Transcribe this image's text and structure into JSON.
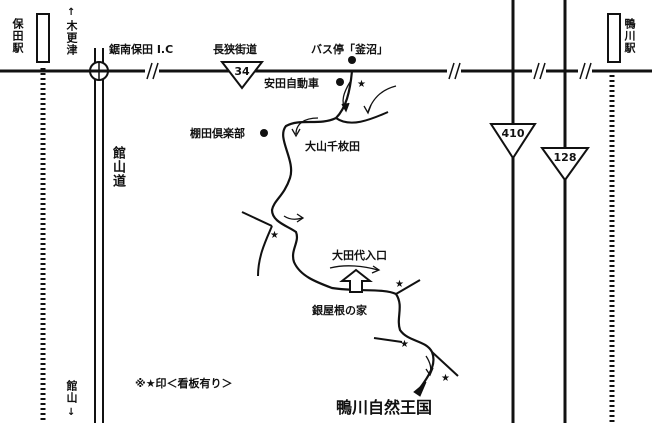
{
  "labels": {
    "hota_station": "保田駅",
    "kisarazu_dir": "木更津",
    "kyonan_ic": "鋸南保田 I.C",
    "nagasa_kaido": "長狭街道",
    "bus_stop": "バス停「釜沼」",
    "yasuda_garage": "安田自動車",
    "tanada_club": "棚田倶楽部",
    "oyama_senmaida": "大山千枚田",
    "tateyama_road": "館山道",
    "ohtashiro_entrance": "大田代入口",
    "ginyane_house": "銀屋根の家",
    "sign_note": "※★印＜看板有り＞",
    "destination": "鴨川自然王国",
    "kamogawa_station": "鴨川駅",
    "tateyama_dir": "館山"
  },
  "routes": {
    "route_34": "34",
    "route_410": "410",
    "route_128": "128"
  },
  "arrows": {
    "up": "↑",
    "down": "↓"
  },
  "colors": {
    "ink": "#111111",
    "background": "#ffffff"
  }
}
